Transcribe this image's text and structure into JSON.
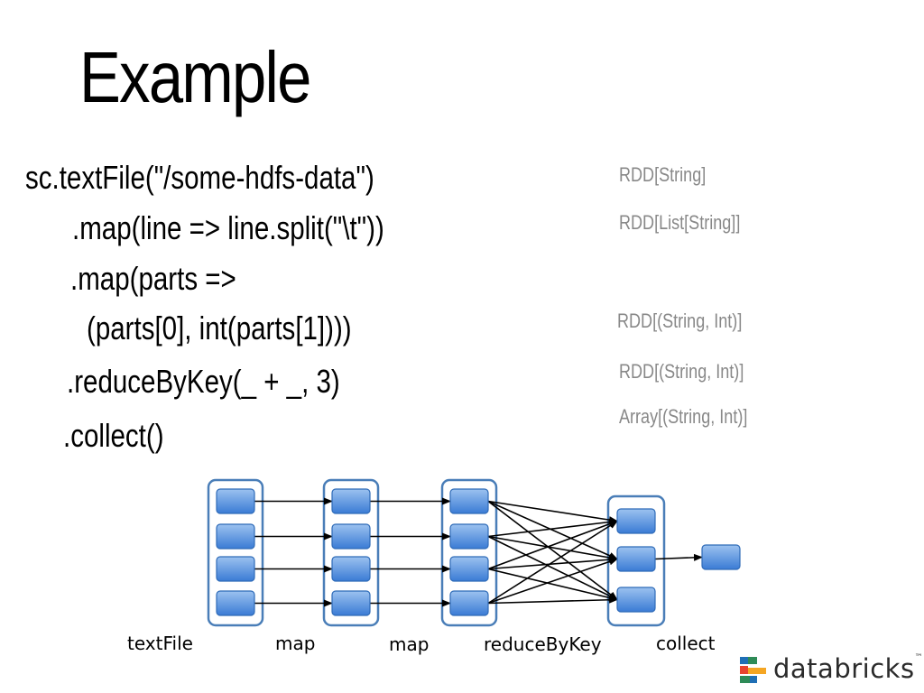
{
  "slide": {
    "title": "Example"
  },
  "code_lines": [
    "sc.textFile(\"/some-hdfs-data\")",
    ".map(line => line.split(\"\\t\"))",
    ".map(parts =>",
    "(parts[0], int(parts[1])))",
    ".reduceByKey(_ + _, 3)",
    ".collect()"
  ],
  "types": [
    "RDD[String]",
    "RDD[List[String]]",
    "RDD[(String, Int)]",
    "RDD[(String, Int)]",
    "Array[(String, Int)]"
  ],
  "stages": [
    "textFile",
    "map",
    "map",
    "reduceByKey",
    "collect"
  ],
  "logo": {
    "text": "databricks",
    "trademark": "™",
    "colors": [
      "#e8442e",
      "#f5a623",
      "#2e8b57",
      "#1f6fb5"
    ]
  },
  "colors": {
    "partition_fill_top": "#8fb8ec",
    "partition_fill_bottom": "#3d7fd6",
    "partition_border": "#2f6bb8",
    "stage_border": "#4a7eb8"
  }
}
